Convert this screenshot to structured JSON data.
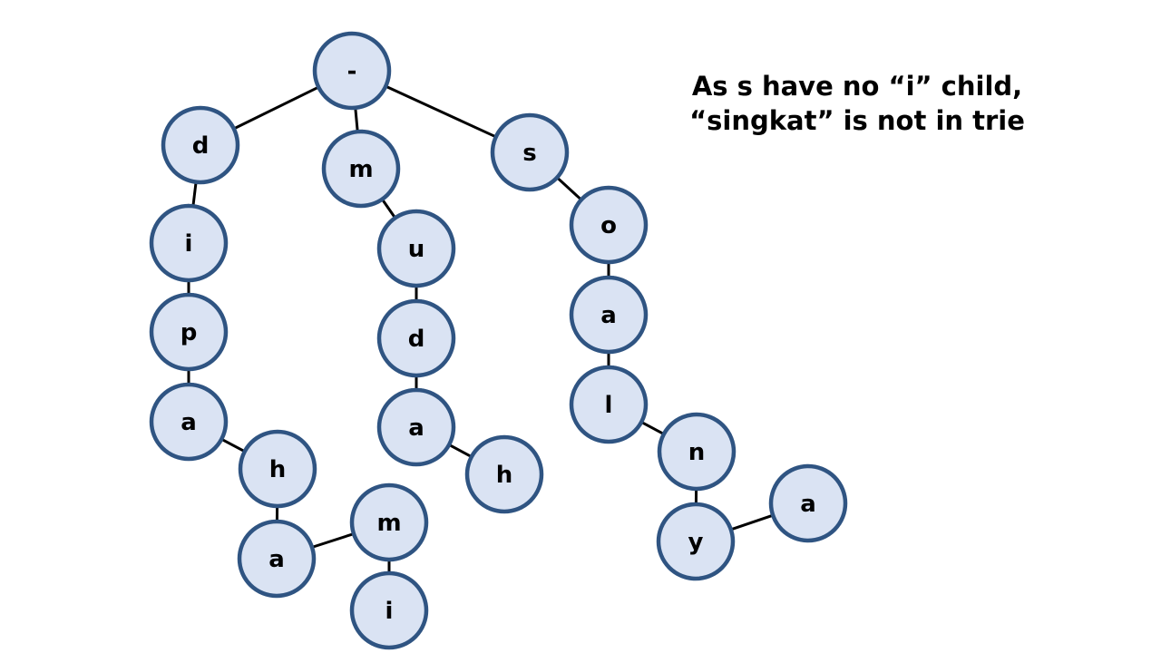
{
  "annotation": {
    "line1": "As s have no “i” child,",
    "line2": "“singkat” is not in trie"
  },
  "colors": {
    "node_fill": "#dae3f3",
    "node_stroke": "#2f5482",
    "edge": "#000000"
  },
  "trie": {
    "nodes": [
      {
        "id": "root",
        "label": "-"
      },
      {
        "id": "d",
        "label": "d"
      },
      {
        "id": "di",
        "label": "i"
      },
      {
        "id": "dip",
        "label": "p"
      },
      {
        "id": "dipa",
        "label": "a"
      },
      {
        "id": "dipah",
        "label": "h"
      },
      {
        "id": "dipaha",
        "label": "a"
      },
      {
        "id": "dipaham",
        "label": "m"
      },
      {
        "id": "dipahami",
        "label": "i"
      },
      {
        "id": "m",
        "label": "m"
      },
      {
        "id": "mu",
        "label": "u"
      },
      {
        "id": "mud",
        "label": "d"
      },
      {
        "id": "muda",
        "label": "a"
      },
      {
        "id": "mudah",
        "label": "h"
      },
      {
        "id": "s",
        "label": "s"
      },
      {
        "id": "so",
        "label": "o"
      },
      {
        "id": "soa",
        "label": "a"
      },
      {
        "id": "soal",
        "label": "l"
      },
      {
        "id": "soaln",
        "label": "n"
      },
      {
        "id": "soalny",
        "label": "y"
      },
      {
        "id": "soalnya",
        "label": "a"
      }
    ],
    "edges": [
      [
        "root",
        "d"
      ],
      [
        "root",
        "m"
      ],
      [
        "root",
        "s"
      ],
      [
        "d",
        "di"
      ],
      [
        "di",
        "dip"
      ],
      [
        "dip",
        "dipa"
      ],
      [
        "dipa",
        "dipah"
      ],
      [
        "dipah",
        "dipaha"
      ],
      [
        "dipaha",
        "dipaham"
      ],
      [
        "dipaham",
        "dipahami"
      ],
      [
        "m",
        "mu"
      ],
      [
        "mu",
        "mud"
      ],
      [
        "mud",
        "muda"
      ],
      [
        "muda",
        "mudah"
      ],
      [
        "s",
        "so"
      ],
      [
        "so",
        "soa"
      ],
      [
        "soa",
        "soal"
      ],
      [
        "soal",
        "soaln"
      ],
      [
        "soaln",
        "soalny"
      ],
      [
        "soalny",
        "soalnya"
      ]
    ]
  }
}
